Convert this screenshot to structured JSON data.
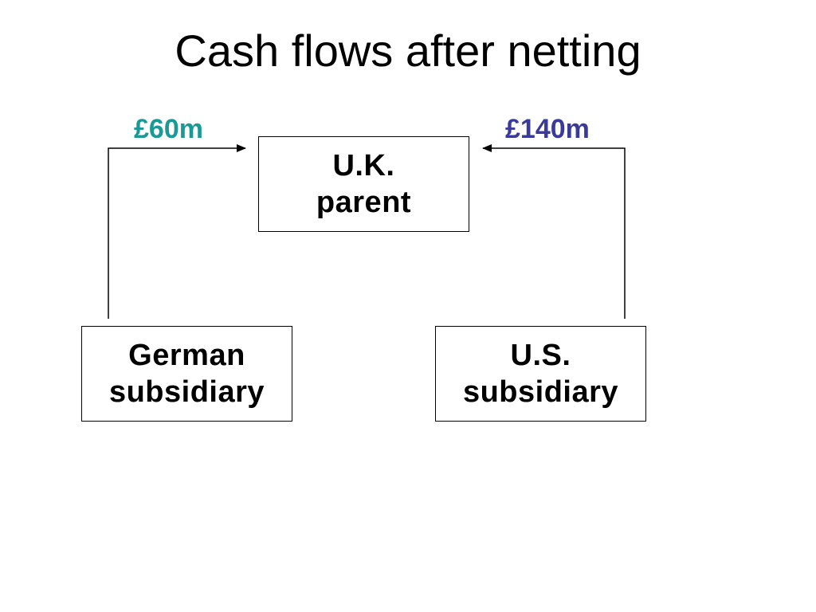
{
  "slide": {
    "title": "Cash flows after netting"
  },
  "entities": {
    "parent": "U.K.\nparent",
    "german": "German\nsubsidiary",
    "us": "U.S.\nsubsidiary"
  },
  "flows": {
    "german_to_parent": {
      "amount": "£60m",
      "color": "#1a9a96"
    },
    "us_to_parent": {
      "amount": "£140m",
      "color": "#3a3a9a"
    }
  }
}
